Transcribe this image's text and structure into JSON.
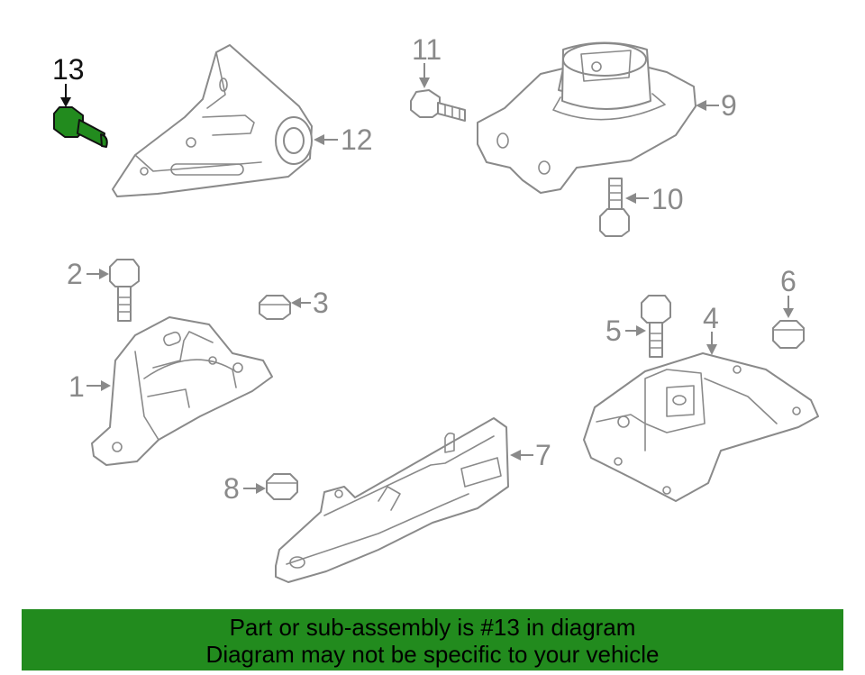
{
  "callouts": {
    "c1": "1",
    "c2": "2",
    "c3": "3",
    "c4": "4",
    "c5": "5",
    "c6": "6",
    "c7": "7",
    "c8": "8",
    "c9": "9",
    "c10": "10",
    "c11": "11",
    "c12": "12",
    "c13": "13"
  },
  "highlighted_part": "13",
  "colors": {
    "highlight": "#228b1e",
    "outline": "#8a8a8a",
    "banner": "#228b1e"
  },
  "banner": {
    "line1": "Part or sub-assembly is #13 in diagram",
    "line2": "Diagram may not be specific to your vehicle"
  }
}
